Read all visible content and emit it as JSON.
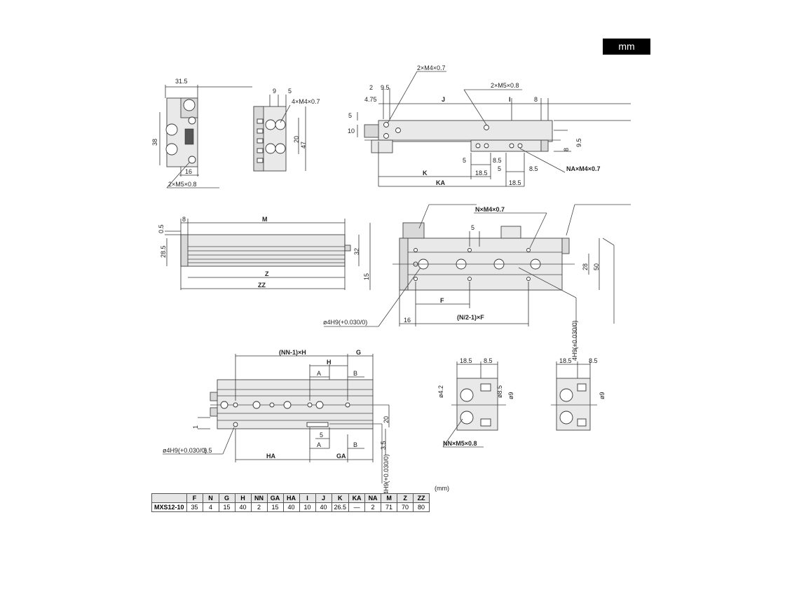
{
  "unit_badge": "mm",
  "table_unit": "(mm)",
  "table": {
    "headers": [
      "",
      "F",
      "N",
      "G",
      "H",
      "NN",
      "GA",
      "HA",
      "I",
      "J",
      "K",
      "KA",
      "NA",
      "M",
      "Z",
      "ZZ"
    ],
    "rows": [
      [
        "MXS12-10",
        "35",
        "4",
        "15",
        "40",
        "2",
        "15",
        "40",
        "10",
        "40",
        "26.5",
        "—",
        "2",
        "71",
        "70",
        "80"
      ]
    ]
  },
  "labels": {
    "d31_5": "31.5",
    "d38": "38",
    "d16a": "16",
    "m5_2x_a": "2×M5×0.8",
    "d9": "9",
    "d5a": "5",
    "m4_4x": "4×M4×0.7",
    "d20a": "20",
    "d47": "47",
    "m4_2x": "2×M4×0.7",
    "m5_2x_b": "2×M5×0.8",
    "d2": "2",
    "d9_5a": "9.5",
    "d4_75": "4.75",
    "J": "J",
    "I": "I",
    "d8a": "8",
    "d5b": "5",
    "d10": "10",
    "d9_5b": "9.5",
    "d8b": "8",
    "d5c": "5",
    "d8_5a": "8.5",
    "K": "K",
    "d18_5a": "18.5",
    "d5d": "5",
    "d8_5b": "8.5",
    "NA_lbl": "NA×M4×0.7",
    "KA": "KA",
    "d18_5b": "18.5",
    "d0_5": "0.5",
    "d8c": "8",
    "M": "M",
    "d28_5": "28.5",
    "d32": "32",
    "Z": "Z",
    "ZZ": "ZZ",
    "N_lbl": "N×M4×0.7",
    "d5e": "5",
    "d15": "15",
    "d28": "28",
    "d50": "50",
    "F": "F",
    "d16b": "16",
    "NF_expr": "(N/2-1)×F",
    "phi4H9_a": "ø4H9(+0.030/0)",
    "h4H9_a": "4H9(+0.030/0)",
    "NNH": "(NN-1)×H",
    "G": "G",
    "H": "H",
    "A1": "A",
    "B1": "B",
    "d1": "1",
    "d20b": "20",
    "d5f": "5",
    "A2": "A",
    "B2": "B",
    "d3_5a": "3.5",
    "phi4H9_b": "ø4H9(+0.030/0)",
    "d3_5b": "3.5",
    "HA": "HA",
    "GA": "GA",
    "h4H9_b": "4H9(+0.030/0)",
    "d18_5c": "18.5",
    "d8_5c": "8.5",
    "phi4_2": "ø4.2",
    "phi8_5": "ø8.5",
    "phi9a": "ø9",
    "NN_lbl": "NN×M5×0.8",
    "d18_5d": "18.5",
    "d8_5d": "8.5",
    "phi9b": "ø9"
  }
}
